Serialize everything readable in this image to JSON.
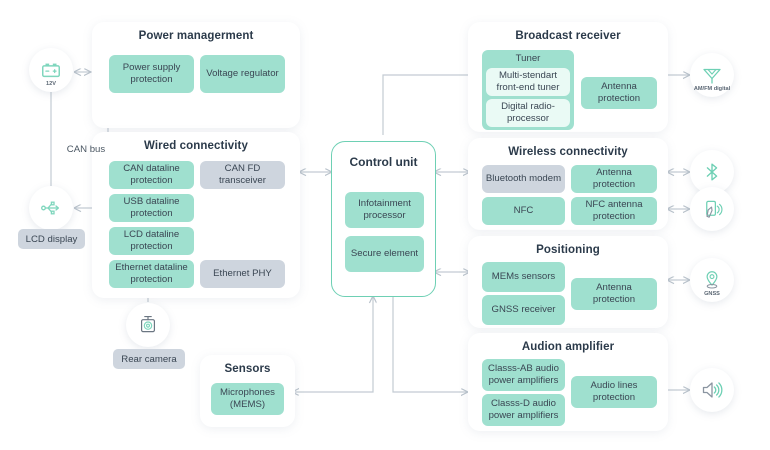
{
  "groups": {
    "power": {
      "title": "Power managerment",
      "blocks": [
        {
          "label": "Power supply protection",
          "style": "teal"
        },
        {
          "label": "Voltage regulator",
          "style": "teal"
        }
      ]
    },
    "wired": {
      "title": "Wired connectivity",
      "blocks": [
        {
          "label": "CAN dataline protection",
          "style": "teal"
        },
        {
          "label": "CAN FD transceiver",
          "style": "grey"
        },
        {
          "label": "USB dataline protection",
          "style": "teal"
        },
        {
          "label": "LCD dataline protection",
          "style": "teal"
        },
        {
          "label": "Ethernet dataline protection",
          "style": "teal"
        },
        {
          "label": "Ethernet PHY",
          "style": "grey"
        }
      ]
    },
    "sensors": {
      "title": "Sensors",
      "blocks": [
        {
          "label": "Microphones (MEMS)",
          "style": "teal"
        }
      ]
    },
    "broadcast": {
      "title": "Broadcast receiver",
      "tuner_label": "Tuner",
      "blocks": [
        {
          "label": "Multi-stendart front-end tuner",
          "style": "pale"
        },
        {
          "label": "Digital radio-processor",
          "style": "pale"
        },
        {
          "label": "Antenna protection",
          "style": "teal"
        }
      ]
    },
    "wireless": {
      "title": "Wireless connectivity",
      "blocks": [
        {
          "label": "Bluetooth modem",
          "style": "grey"
        },
        {
          "label": "Antenna protection",
          "style": "teal"
        },
        {
          "label": "NFC",
          "style": "teal"
        },
        {
          "label": "NFC antenna protection",
          "style": "teal"
        }
      ]
    },
    "positioning": {
      "title": "Positioning",
      "blocks": [
        {
          "label": "MEMs sensors",
          "style": "teal"
        },
        {
          "label": "GNSS receiver",
          "style": "teal"
        },
        {
          "label": "Antenna protection",
          "style": "teal"
        }
      ]
    },
    "audio": {
      "title": "Audion amplifier",
      "blocks": [
        {
          "label": "Classs-AB audio power amplifiers",
          "style": "teal"
        },
        {
          "label": "Classs-D audio power amplifiers",
          "style": "teal"
        },
        {
          "label": "Audio lines protection",
          "style": "teal"
        }
      ]
    }
  },
  "control_unit": {
    "title": "Control unit",
    "blocks": [
      {
        "label": "Infotainment processor",
        "style": "teal"
      },
      {
        "label": "Secure element",
        "style": "teal"
      }
    ]
  },
  "nodes": {
    "battery": {
      "icon": "battery-icon",
      "caption": "12V"
    },
    "usb": {
      "icon": "usb-icon",
      "caption": ""
    },
    "camera": {
      "icon": "camera-icon",
      "caption": ""
    },
    "antenna": {
      "icon": "antenna-icon",
      "caption": "AM/FM digital"
    },
    "bluetooth": {
      "icon": "bluetooth-icon",
      "caption": ""
    },
    "nfc": {
      "icon": "nfc-phone-icon",
      "caption": ""
    },
    "gnss": {
      "icon": "location-pin-icon",
      "caption": "GNSS"
    },
    "speaker": {
      "icon": "speaker-icon",
      "caption": ""
    }
  },
  "labels": {
    "can_bus": "CAN bus",
    "lcd_display": "LCD display",
    "rear_camera": "Rear camera"
  },
  "colors": {
    "teal": "#9fe0cf",
    "grey": "#ced5de",
    "pale": "#eafaf5",
    "accent_border": "#6ed0b4",
    "wire": "#c3cbd3",
    "text": "#3a4653",
    "title": "#2b3a4a"
  }
}
